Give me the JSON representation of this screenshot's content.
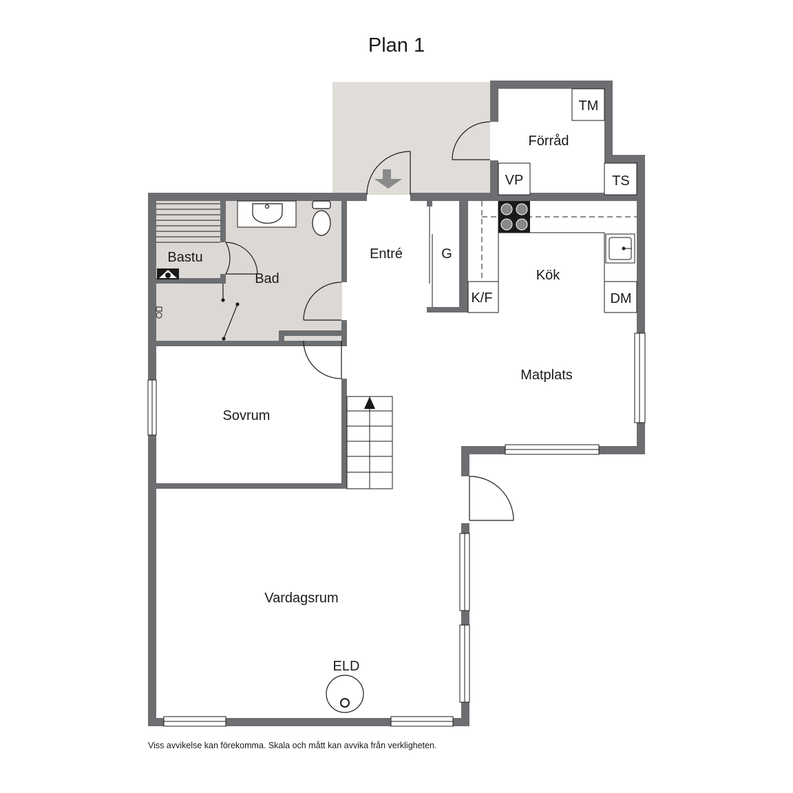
{
  "title": "Plan 1",
  "rooms": {
    "bastu": "Bastu",
    "bad": "Bad",
    "entre": "Entré",
    "g": "G",
    "forrad": "Förråd",
    "tm": "TM",
    "vp": "VP",
    "ts": "TS",
    "kok": "Kök",
    "kf": "K/F",
    "dm": "DM",
    "matplats": "Matplats",
    "sovrum": "Sovrum",
    "vardagsrum": "Vardagsrum",
    "eld": "ELD"
  },
  "disclaimer": "Viss avvikelse kan förekomma. Skala och mått kan avvika från verkligheten.",
  "colors": {
    "wall": "#6d6e71",
    "porch": "#e0dcd8",
    "bath": "#dcd8d5",
    "line": "#1a1a1a"
  }
}
